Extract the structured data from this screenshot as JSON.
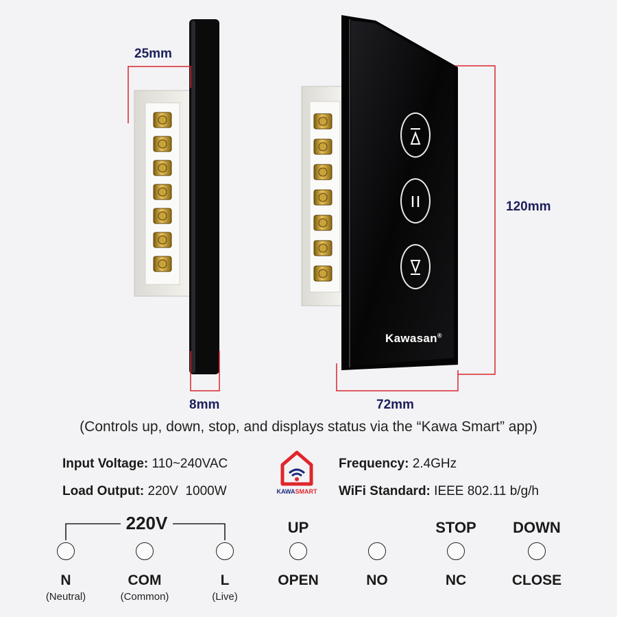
{
  "dimensions": {
    "depth": "25mm",
    "thickness": "8mm",
    "height": "120mm",
    "width": "72mm"
  },
  "device": {
    "brand": "Kawasan",
    "brand_mark": "®",
    "buttons": [
      {
        "name": "up-button",
        "icon": "up-arrow-icon"
      },
      {
        "name": "stop-button",
        "icon": "pause-icon"
      },
      {
        "name": "down-button",
        "icon": "down-arrow-icon"
      }
    ]
  },
  "caption": "(Controls up, down, stop, and displays status via the “Kawa Smart” app)",
  "specs": {
    "input_voltage_label": "Input Voltage:",
    "input_voltage_value": "110~240VAC",
    "load_output_label": "Load Output:",
    "load_output_value": "220V  1000W",
    "frequency_label": "Frequency:",
    "frequency_value": "2.4GHz",
    "wifi_label": "WiFi Standard:",
    "wifi_value": "IEEE 802.11 b/g/h"
  },
  "logo": {
    "text_a": "KAWA",
    "text_b": "SMART",
    "color_a": "#1c2a7a",
    "color_b": "#e0262b"
  },
  "wiring": {
    "supply_label": "220V",
    "terminals": [
      {
        "top": "",
        "bottom": "N",
        "sub": "(Neutral)"
      },
      {
        "top": "",
        "bottom": "COM",
        "sub": "(Common)"
      },
      {
        "top": "",
        "bottom": "L",
        "sub": "(Live)"
      },
      {
        "top": "UP",
        "bottom": "OPEN",
        "sub": ""
      },
      {
        "top": "",
        "bottom": "NO",
        "sub": ""
      },
      {
        "top": "STOP",
        "bottom": "NC",
        "sub": ""
      },
      {
        "top": "DOWN",
        "bottom": "CLOSE",
        "sub": ""
      }
    ]
  },
  "colors": {
    "dimension_line": "#d7262c",
    "dimension_text": "#1c1f5a",
    "glass": "#0c0c0e"
  }
}
